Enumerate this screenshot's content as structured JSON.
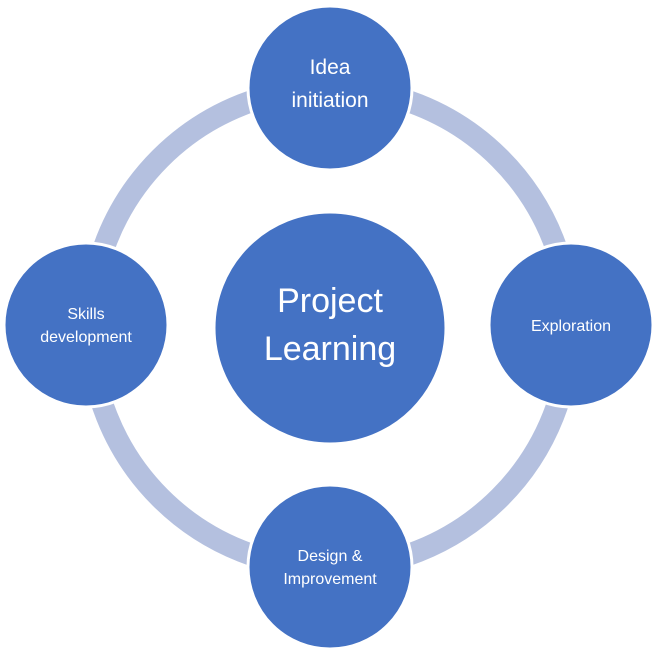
{
  "diagram": {
    "colors": {
      "ring": "#b4c0df",
      "node_fill": "#4472c4",
      "node_stroke": "#ffffff",
      "background": "#ffffff"
    },
    "center": {
      "line1": "Project",
      "line2": "Learning"
    },
    "nodes": {
      "top": {
        "line1": "Idea",
        "line2": "initiation"
      },
      "right": {
        "line1": "Exploration"
      },
      "bottom": {
        "line1": "Design &",
        "line2": "Improvement"
      },
      "left": {
        "line1": "Skills",
        "line2": "development"
      }
    }
  }
}
